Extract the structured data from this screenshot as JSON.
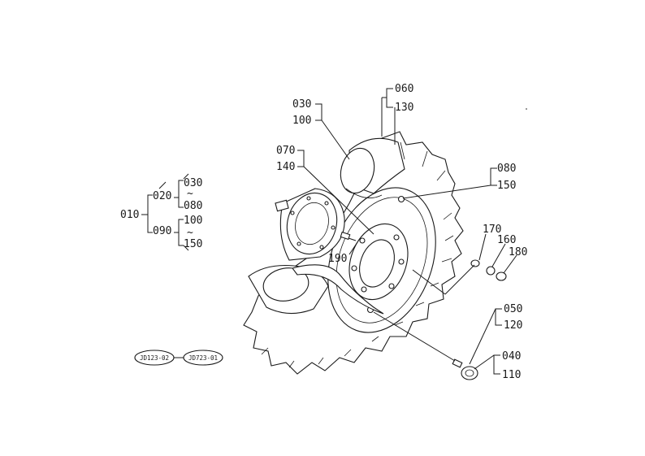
{
  "callouts": {
    "c060": "060",
    "c130": "130",
    "c030": "030",
    "c100": "100",
    "c070": "070",
    "c140": "140",
    "c080": "080",
    "c150": "150",
    "c170": "170",
    "c160": "160",
    "c180": "180",
    "c190": "190",
    "c050": "050",
    "c120": "120",
    "c040": "040",
    "c110": "110"
  },
  "tree": {
    "root": "010",
    "a": "020",
    "a1": "030",
    "a2": "080",
    "b": "090",
    "b1": "100",
    "b2": "150",
    "tilde1": "~",
    "tilde2": "~"
  },
  "refs": {
    "left": "JD123-02",
    "right": "JD723-01"
  }
}
